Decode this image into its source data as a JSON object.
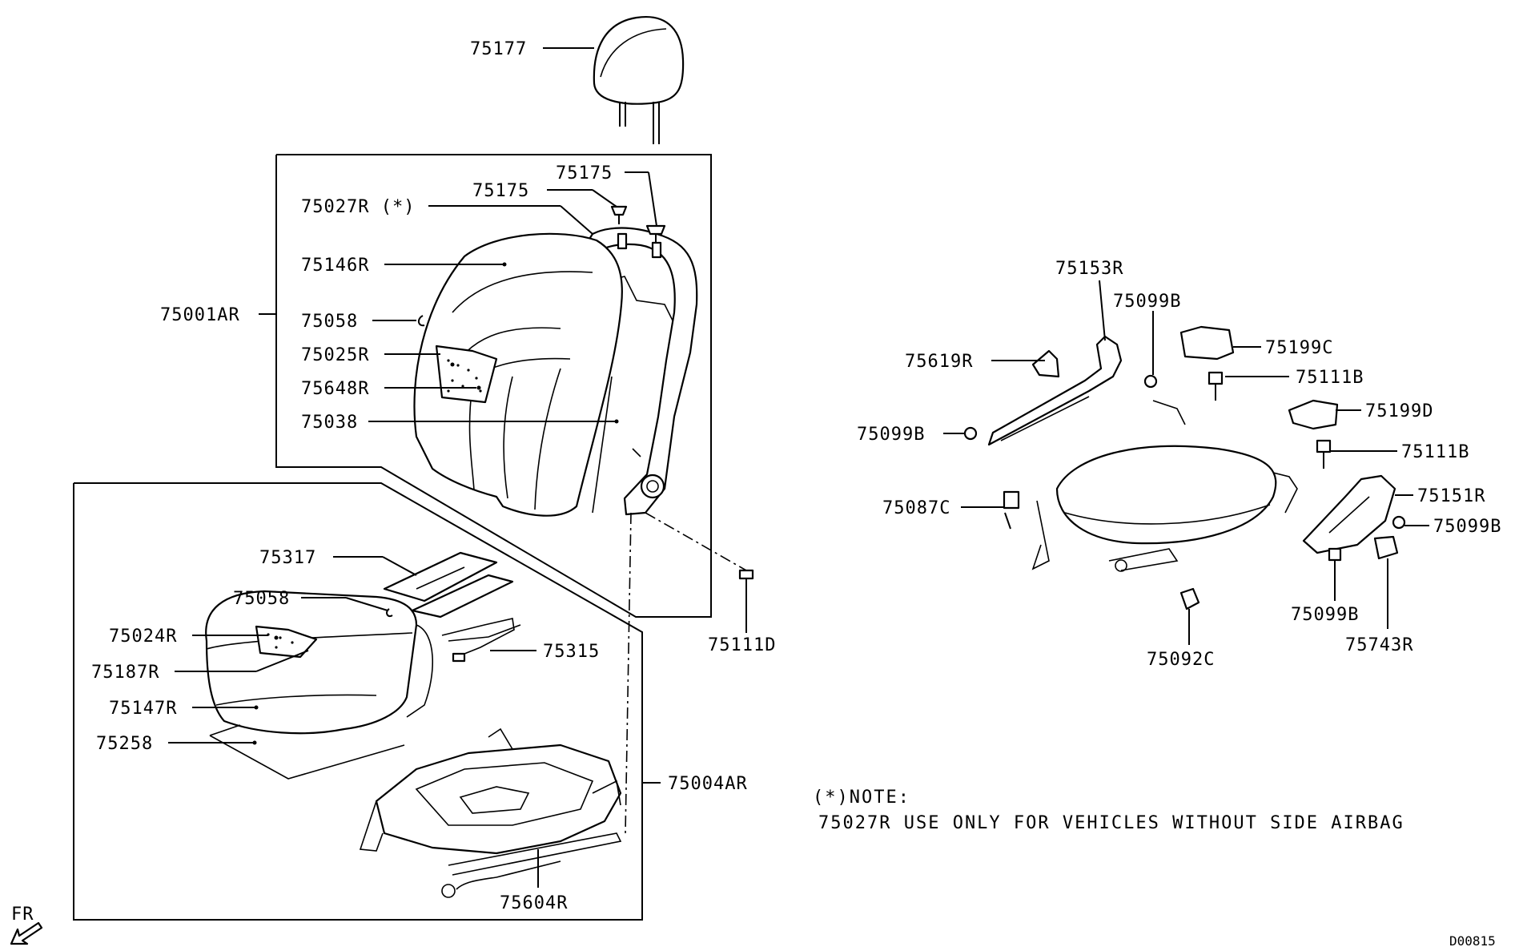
{
  "labels": {
    "l75177": "75177",
    "l75175a": "75175",
    "l75175b": "75175",
    "l75027R": "75027R (*)",
    "l75146R": "75146R",
    "l75001AR": "75001AR",
    "l75058a": "75058",
    "l75025R": "75025R",
    "l75648R": "75648R",
    "l75038": "75038",
    "l75317": "75317",
    "l75058b": "75058",
    "l75024R": "75024R",
    "l75187R": "75187R",
    "l75147R": "75147R",
    "l75258": "75258",
    "l75315": "75315",
    "l75111D": "75111D",
    "l75004AR": "75004AR",
    "l75604R": "75604R",
    "l75153R": "75153R",
    "l75099Ba": "75099B",
    "l75619R": "75619R",
    "l75199C": "75199C",
    "l75111Ba": "75111B",
    "l75199D": "75199D",
    "l75099Bb": "75099B",
    "l75111Bb": "75111B",
    "l75087C": "75087C",
    "l75151R": "75151R",
    "l75099Bc": "75099B",
    "l75099Bd": "75099B",
    "l75743R": "75743R",
    "l75092C": "75092C"
  },
  "note": {
    "heading": "(*)NOTE:",
    "text": "75027R USE ONLY FOR VEHICLES WITHOUT SIDE AIRBAG"
  },
  "direction": "FR",
  "diagram_id": "D00815"
}
